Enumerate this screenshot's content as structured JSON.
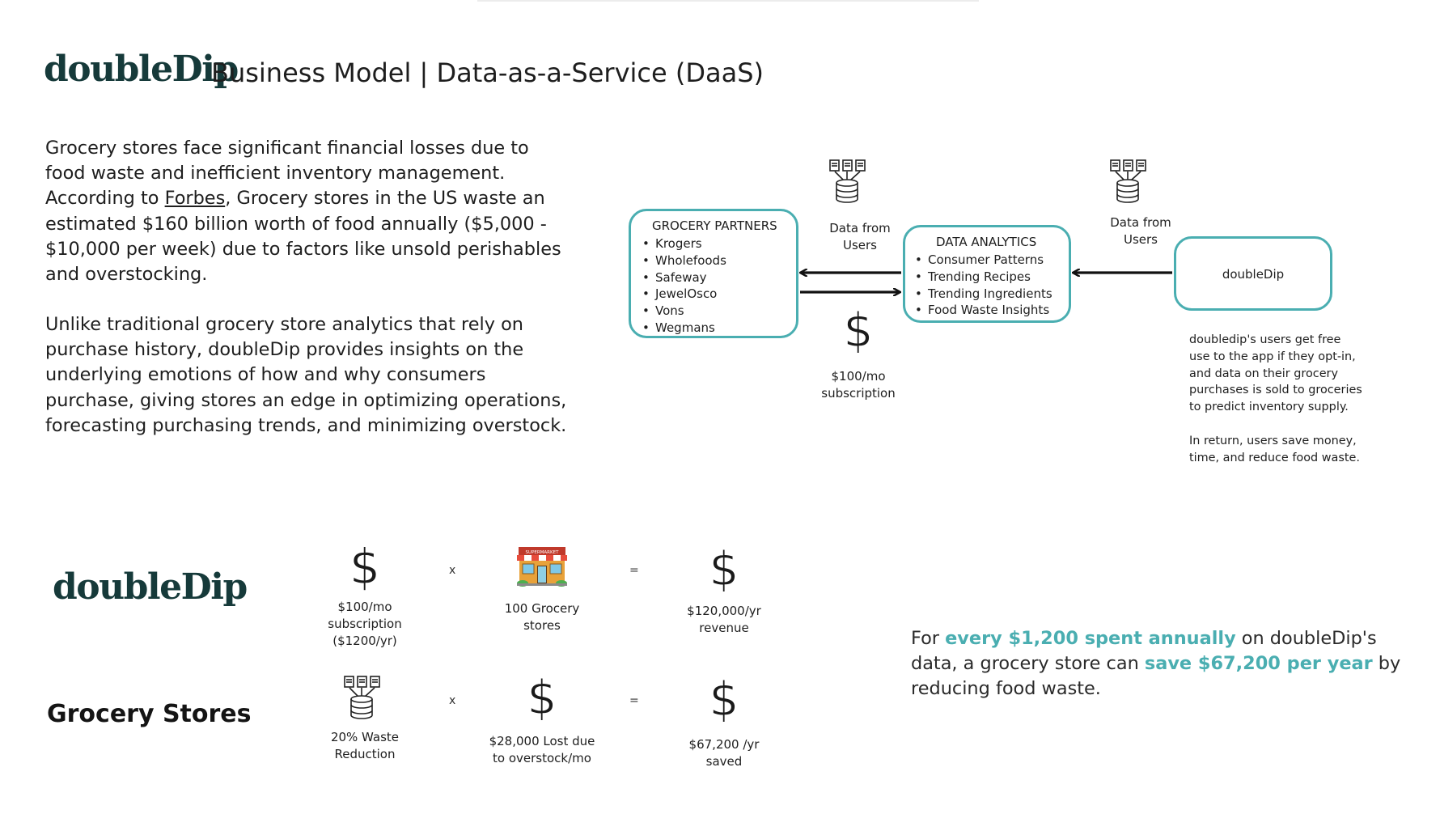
{
  "header": {
    "logo": "doubleDip",
    "title": "Business Model | Data-as-a-Service (DaaS)"
  },
  "intro": {
    "p1_line1": "Grocery stores face significant financial losses due to",
    "p1_line2": "food waste and inefficient inventory management.",
    "p1_line3_pre": "According to ",
    "p1_link": "Forbes",
    "p1_line3_post": ", Grocery stores in the US waste an",
    "p1_line4": "estimated $160 billion worth of food annually ($5,000 -",
    "p1_line5": "$10,000 per week) due to factors like unsold perishables",
    "p1_line6": "and overstocking.",
    "p2_line1": "Unlike traditional grocery store analytics that rely on",
    "p2_line2": "purchase history, doubleDip provides insights on the",
    "p2_line3": "underlying emotions of how and why consumers",
    "p2_line4": "purchase, giving stores an edge in optimizing operations,",
    "p2_line5": "forecasting purchasing trends, and minimizing overstock."
  },
  "diagram": {
    "partners": {
      "title": "GROCERY PARTNERS",
      "items": [
        "Krogers",
        "Wholefoods",
        "Safeway",
        "JewelOsco",
        "Vons",
        "Wegmans"
      ]
    },
    "analytics": {
      "title": "DATA ANALYTICS",
      "items": [
        "Consumer Patterns",
        "Trending Recipes",
        "Trending Ingredients",
        "Food Waste Insights"
      ]
    },
    "doubledip_box": "doubleDip",
    "data_label_1a": "Data from",
    "data_label_1b": "Users",
    "data_label_2a": "Data from",
    "data_label_2b": "Users",
    "price_a": "$100/mo",
    "price_b": "subscription",
    "note": {
      "l1": "doubledip's users get free",
      "l2": "use to the app if they opt-in,",
      "l3": "and data on their grocery",
      "l4": "purchases is sold to groceries",
      "l5": "to predict inventory supply.",
      "l6": "In return, users save money,",
      "l7": "time, and reduce food waste."
    }
  },
  "calc": {
    "logo": "doubleDip",
    "grocery_heading": "Grocery Stores",
    "times": "x",
    "equals": "=",
    "row1": {
      "a1": "$100/mo",
      "a2": "subscription",
      "a3": "($1200/yr)",
      "b1": "100 Grocery",
      "b2": "stores",
      "c1": "$120,000/yr",
      "c2": "revenue",
      "store_sign": "SUPERMARKET"
    },
    "row2": {
      "a1": "20% Waste",
      "a2": "Reduction",
      "b1": "$28,000 Lost due",
      "b2": "to overstock/mo",
      "c1": "$67,200 /yr",
      "c2": "saved"
    }
  },
  "callout": {
    "l1_pre": "For ",
    "l1_hl": "every $1,200 spent annually",
    "l1_post": " on doubleDip's",
    "l2_pre": "data, a grocery store can ",
    "l2_hl": "save $67,200 per year",
    "l2_post": " by",
    "l3": "reducing food waste."
  },
  "icons": {
    "dollar_glyph": "$"
  },
  "colors": {
    "accent": "#4aaeb1",
    "logo": "#163a3a",
    "text": "#1e1e1e"
  }
}
